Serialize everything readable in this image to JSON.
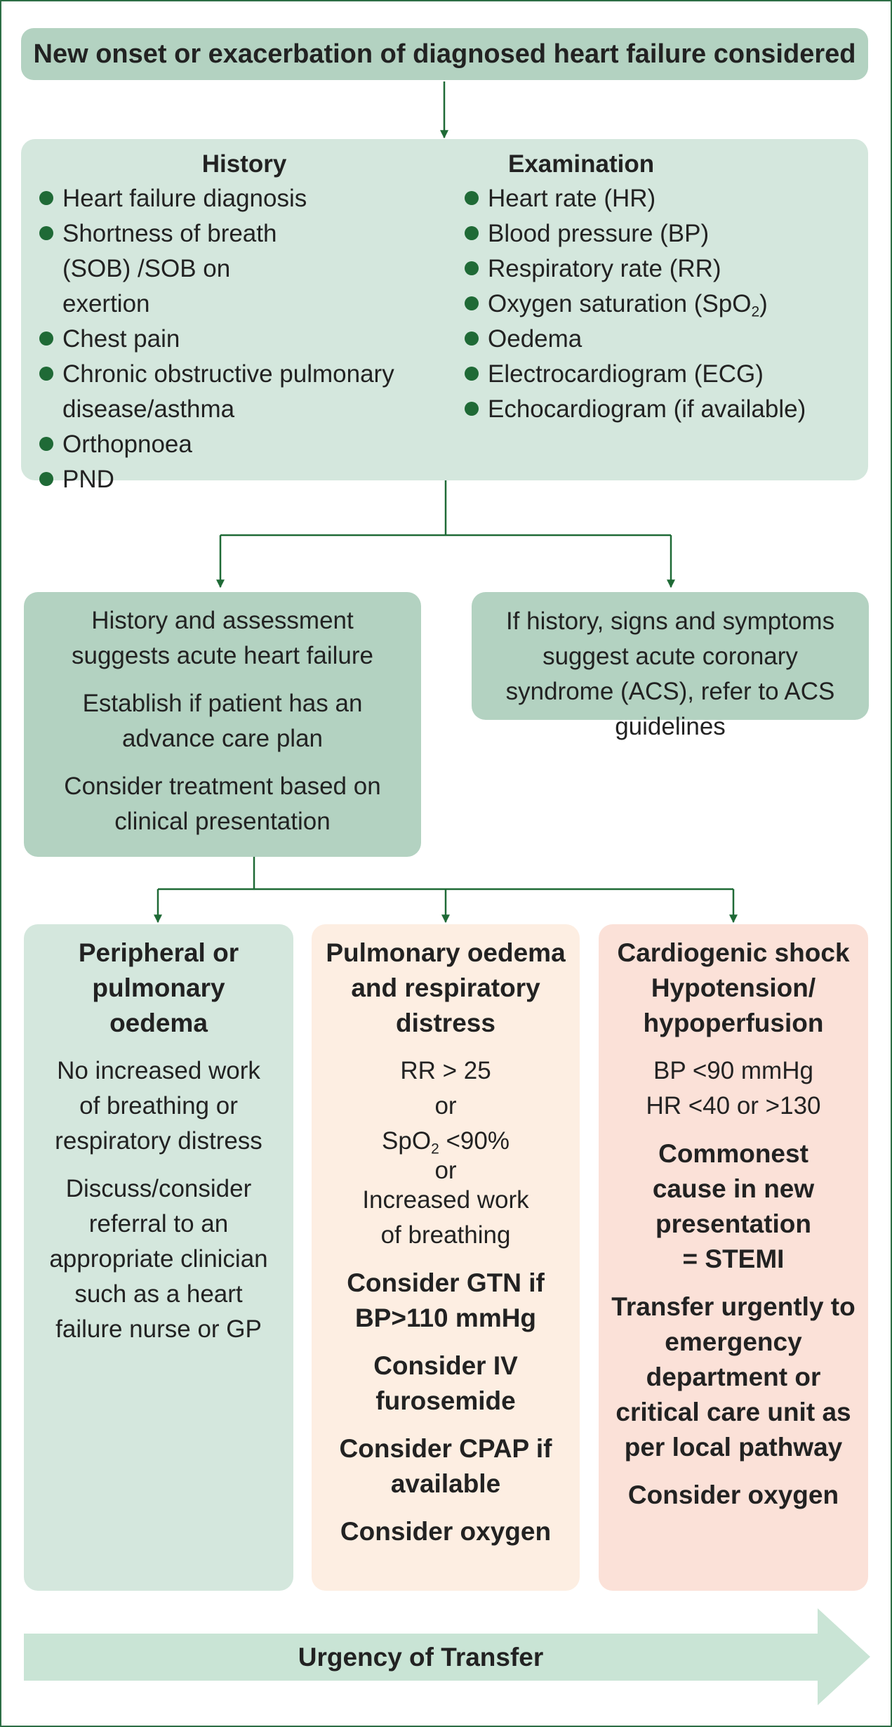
{
  "top_title": "New onset or exacerbation of diagnosed heart failure considered",
  "history": {
    "heading": "History",
    "items": [
      "Heart failure diagnosis",
      "Shortness of breath (SOB) /SOB on exertion",
      "Chest pain",
      "Chronic obstructive pulmonary disease/asthma",
      "Orthopnoea",
      "PND"
    ]
  },
  "examination": {
    "heading": "Examination",
    "items": [
      "Heart rate (HR)",
      "Blood pressure (BP)",
      "Respiratory rate (RR)",
      "Oxygen saturation (SpO2)",
      "Oedema",
      "Electrocardiogram (ECG)",
      "Echocardiogram (if available)"
    ]
  },
  "acute_box": {
    "p1": "History and assessment suggests acute heart failure",
    "p2": "Establish if patient has an advance care plan",
    "p3": "Consider treatment based on clinical presentation"
  },
  "acs_box": {
    "text": "If history, signs and symptoms suggest acute coronary syndrome (ACS), refer to ACS guidelines"
  },
  "peripheral": {
    "title": "Peripheral or pulmonary oedema",
    "p1": "No increased work of breathing or respiratory distress",
    "p2": "Discuss/consider referral to an appropriate clinician such as a heart failure nurse or GP"
  },
  "pulmonary": {
    "title": "Pulmonary oedema and respiratory distress",
    "c1": "RR > 25",
    "or1": "or",
    "c2_prefix": "SpO",
    "c2_sub": "2",
    "c2_suffix": " <90%",
    "or2": "or",
    "c3": "Increased work of breathing",
    "a1": "Consider GTN if BP>110 mmHg",
    "a2": "Consider IV furosemide",
    "a3": "Consider CPAP if available",
    "a4": "Consider oxygen"
  },
  "cardiogenic": {
    "title": "Cardiogenic shock Hypotension/ hypoperfusion",
    "bp": "BP <90 mmHg",
    "hr": "HR <40 or >130",
    "b1": "Commonest cause in new presentation = STEMI",
    "b2": "Transfer urgently to emergency department or critical care unit as per local pathway",
    "b3": "Consider oxygen"
  },
  "urgency": "Urgency of Transfer",
  "colors": {
    "line": "#1f6a36",
    "green_dark": "#b3d2c1",
    "green_light": "#d4e7dd",
    "peach_light": "#fdeee2",
    "peach": "#fbe1d8",
    "arrow": "#c9e4d5"
  }
}
